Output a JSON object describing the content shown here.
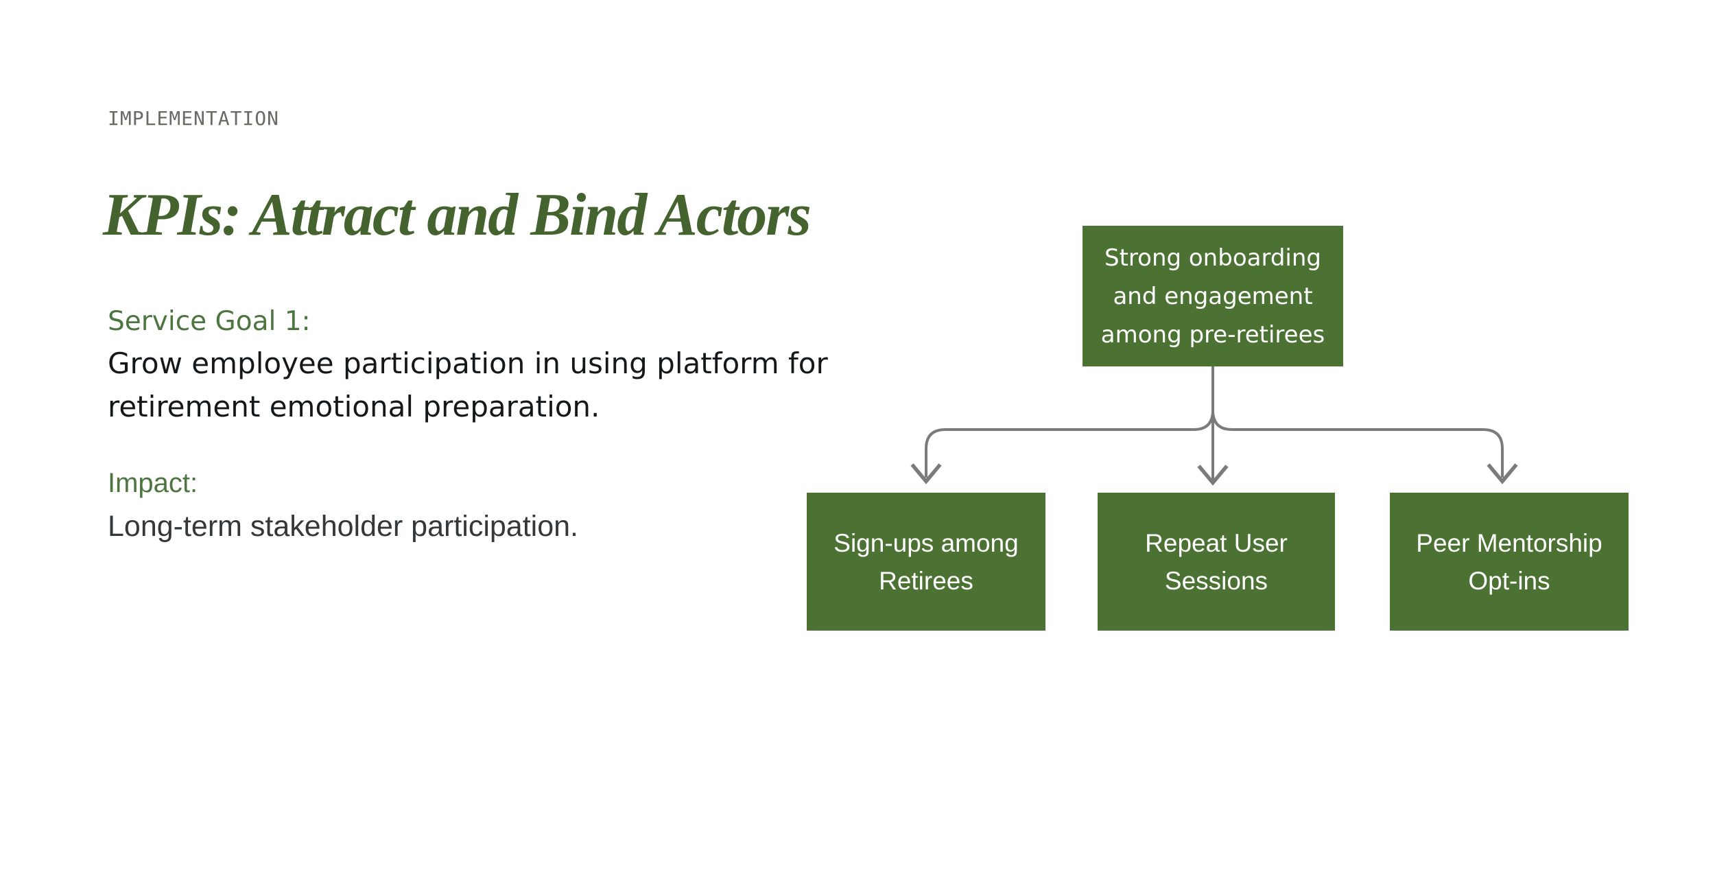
{
  "colors": {
    "background": "#ffffff",
    "eyebrow_text": "#6a6a64",
    "title_green": "#44632e",
    "heading_green": "#4c7540",
    "body_text": "#15181a",
    "impact_body_text": "#34383b",
    "box_green": "#4b7232",
    "box_text": "#ffffff",
    "arrow_gray": "#7b7b7b"
  },
  "slide": {
    "eyebrow": "IMPLEMENTATION",
    "title": "KPIs: Attract and Bind Actors",
    "service_goal": {
      "heading": "Service Goal 1:",
      "lines": [
        "Grow employee participation in using platform for",
        "retirement emotional preparation."
      ]
    },
    "impact": {
      "heading": "Impact:",
      "lines": [
        "Long-term stakeholder participation."
      ]
    }
  },
  "diagram": {
    "root_box": {
      "label": "Strong onboarding and engagement among pre-retirees",
      "lines": [
        "Strong onboarding",
        "and engagement",
        "among pre-retirees"
      ]
    },
    "child_boxes": [
      {
        "label": "Sign-ups among Retirees",
        "lines": [
          "Sign-ups among",
          "Retirees"
        ]
      },
      {
        "label": "Repeat User Sessions",
        "lines": [
          "Repeat User",
          "Sessions"
        ]
      },
      {
        "label": "Peer Mentorship Opt-ins",
        "lines": [
          "Peer Mentorship",
          "Opt-ins"
        ]
      }
    ]
  }
}
